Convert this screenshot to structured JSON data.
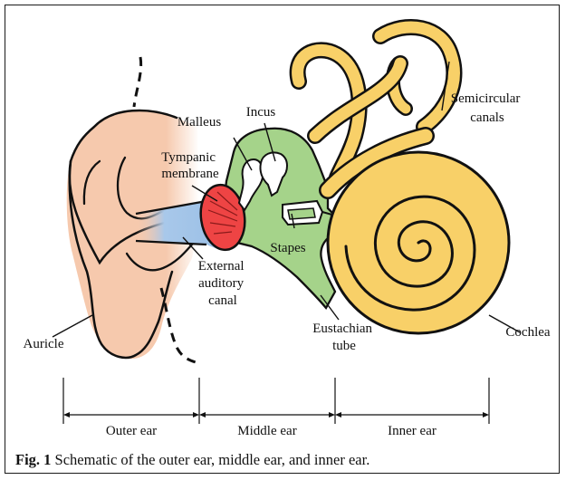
{
  "labels": {
    "tympanic_membrane": [
      "Tympanic",
      "membrane"
    ],
    "malleus": "Malleus",
    "incus": "Incus",
    "semicircular_canals": [
      "Semicircular",
      "canals"
    ],
    "stapes": "Stapes",
    "external_auditory_canal": [
      "External",
      "auditory",
      "canal"
    ],
    "eustachian_tube": [
      "Eustachian",
      "tube"
    ],
    "auricle": "Auricle",
    "cochlea": "Cochlea"
  },
  "sections": [
    "Outer ear",
    "Middle ear",
    "Inner ear"
  ],
  "caption": {
    "label": "Fig. 1",
    "text": " Schematic of the outer ear, middle ear, and inner ear."
  },
  "colors": {
    "auricle": "#f6c9ad",
    "canal": "#a8c8ea",
    "tympanic": "#ee4444",
    "middle_ear": "#a5d38a",
    "inner_ear": "#f8d068",
    "ossicle": "#ffffff",
    "outline": "#111111"
  }
}
